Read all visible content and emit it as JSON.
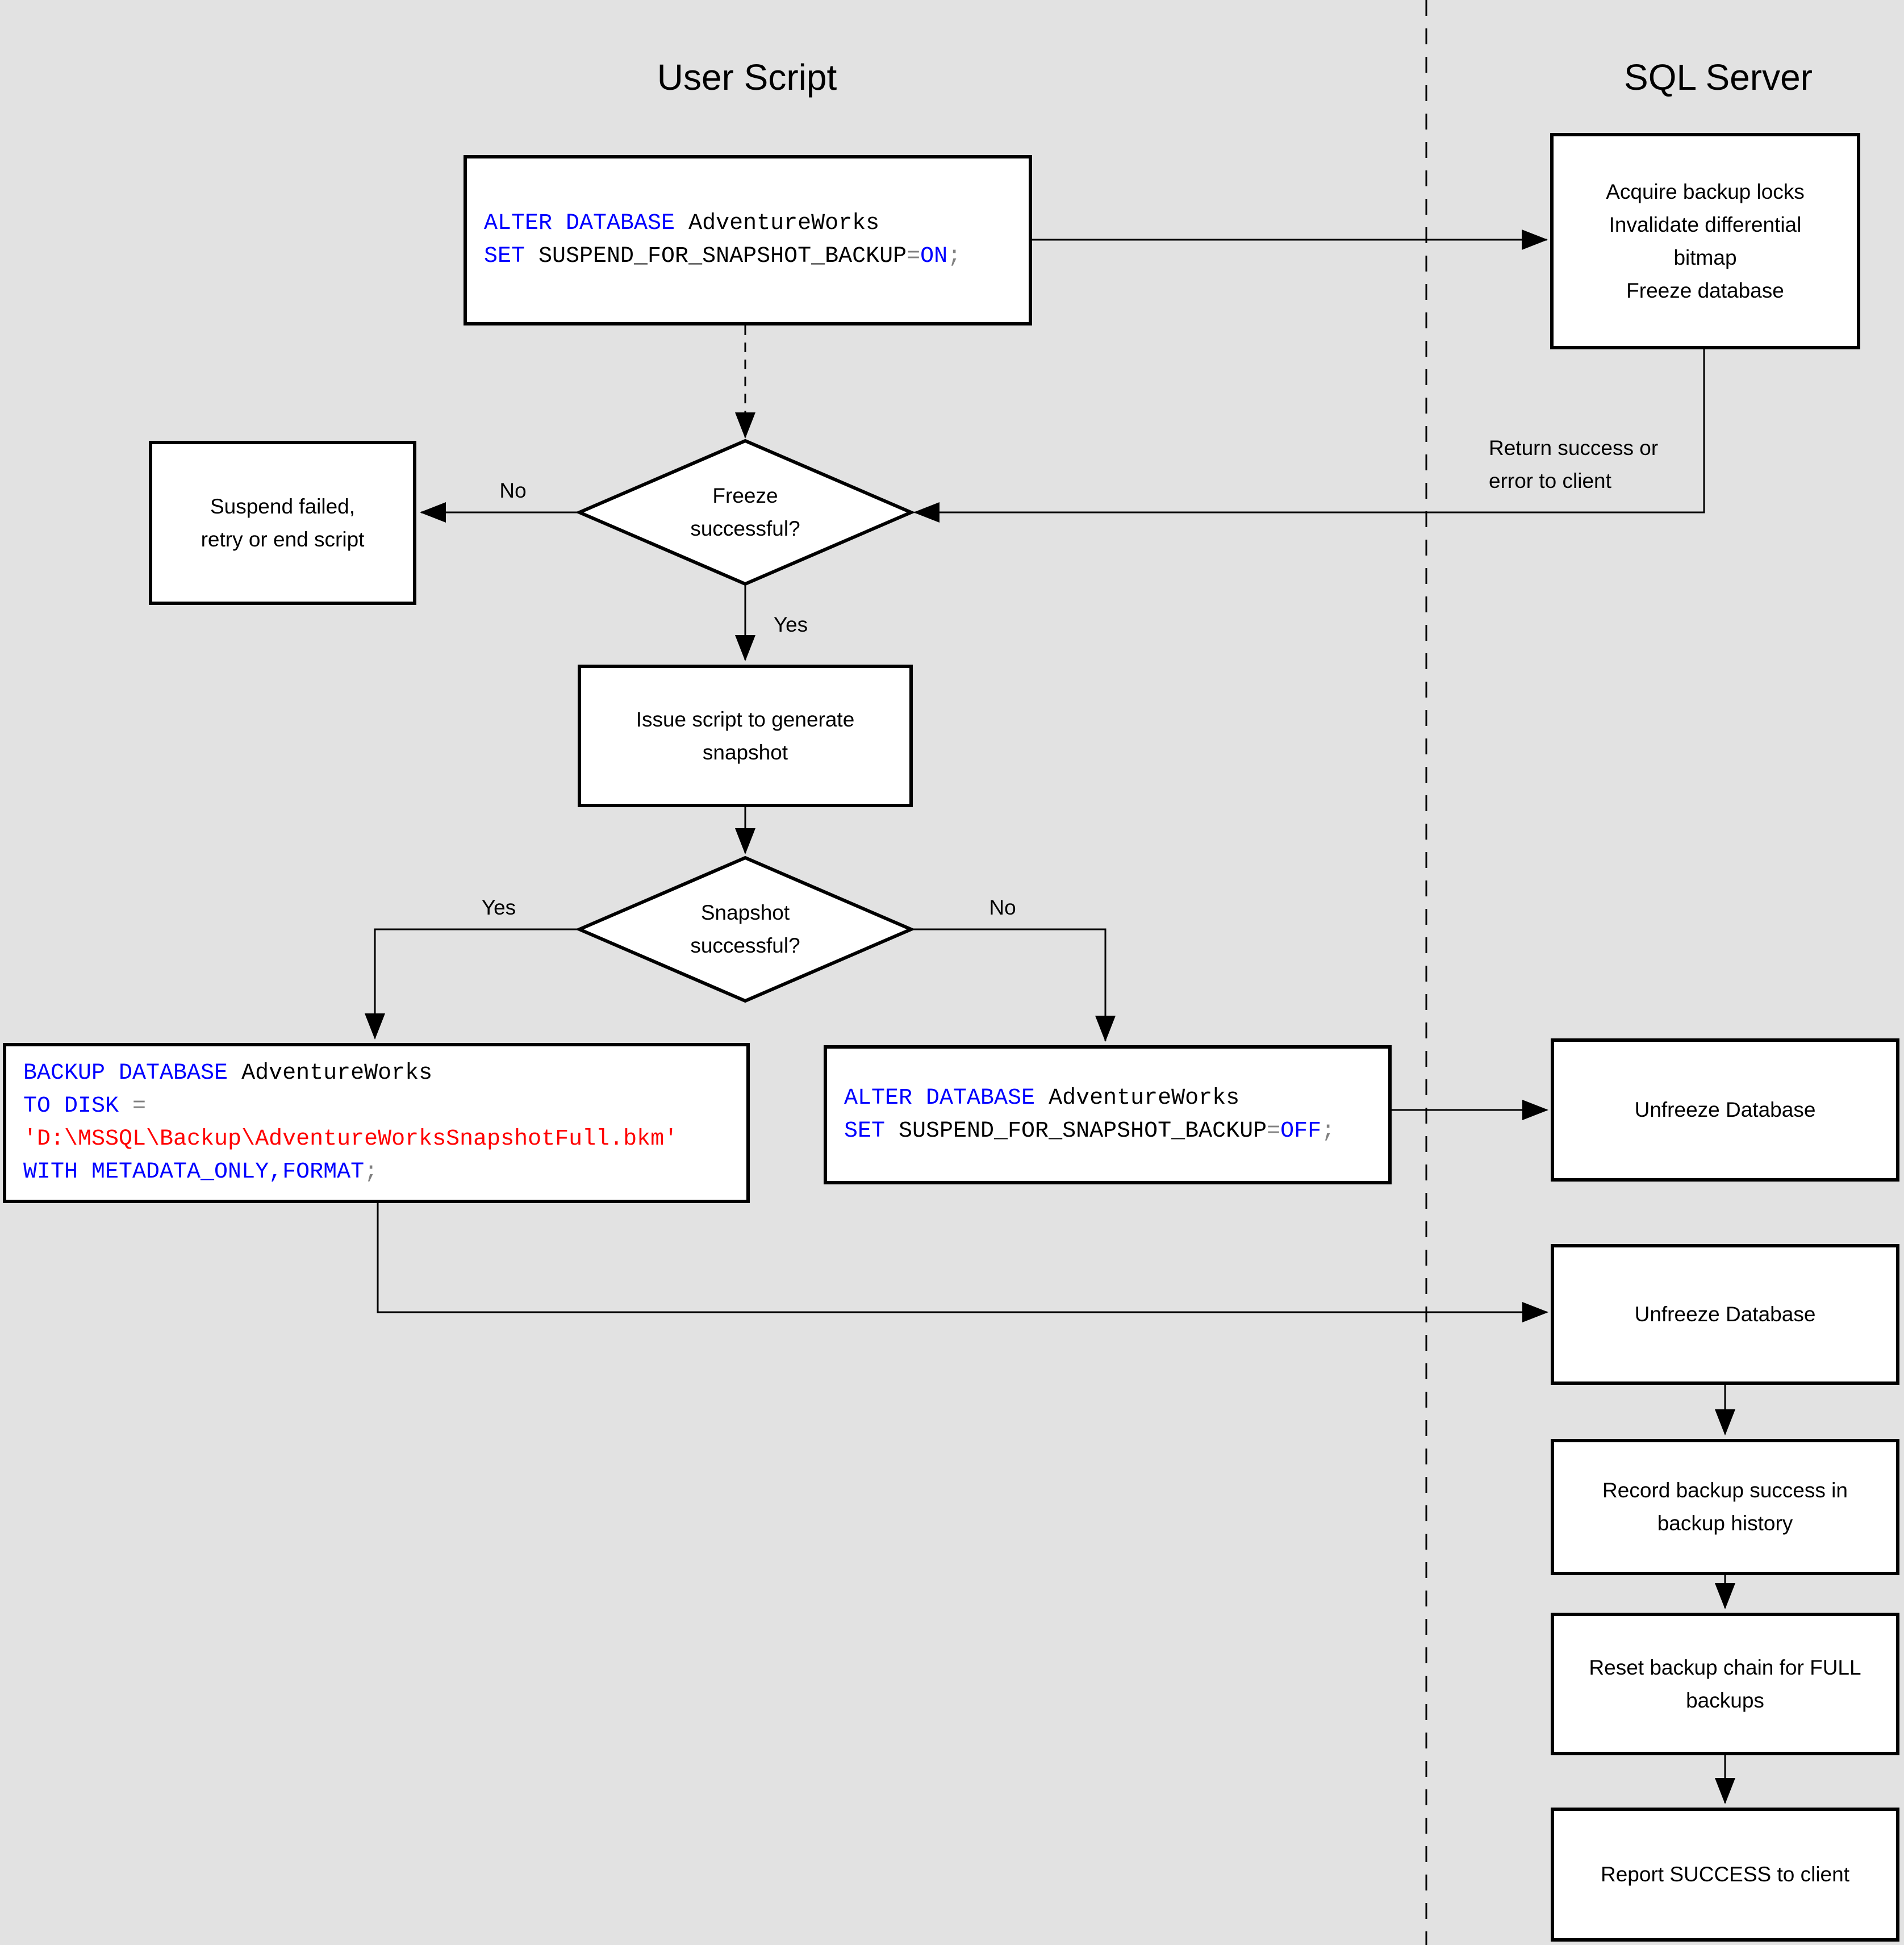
{
  "titles": {
    "user": "User Script",
    "server": "SQL Server"
  },
  "labels": {
    "freeze_no": "No",
    "freeze_yes": "Yes",
    "snapshot_yes": "Yes",
    "snapshot_no": "No",
    "return_note_line1": "Return success or",
    "return_note_line2": "error to client"
  },
  "decisions": {
    "freeze": {
      "line1": "Freeze",
      "line2": "successful?"
    },
    "snapshot": {
      "line1": "Snapshot",
      "line2": "successful?"
    }
  },
  "nodes": {
    "acquire": {
      "line1": "Acquire backup locks",
      "line2": "Invalidate differential",
      "line3": "bitmap",
      "line4": "Freeze database"
    },
    "suspend_failed": {
      "line1": "Suspend failed,",
      "line2": "retry or end script"
    },
    "issue_script": {
      "line1": "Issue script to generate",
      "line2": "snapshot"
    },
    "unfreeze1": {
      "line1": "Unfreeze Database"
    },
    "unfreeze2": {
      "line1": "Unfreeze Database"
    },
    "record": {
      "line1": "Record backup success in",
      "line2": "backup history"
    },
    "reset": {
      "line1": "Reset backup chain for FULL",
      "line2": "backups"
    },
    "report": {
      "line1": "Report SUCCESS to client"
    }
  },
  "code": {
    "alter_on": {
      "l1_kw": "ALTER DATABASE",
      "l1_id": " AdventureWorks",
      "l2_kw": "SET",
      "l2_id": " SUSPEND_FOR_SNAPSHOT_BACKUP",
      "l2_op": "=",
      "l2_val": "ON",
      "l2_end": ";"
    },
    "alter_off": {
      "l1_kw": "ALTER DATABASE",
      "l1_id": " AdventureWorks",
      "l2_kw": "SET",
      "l2_id": " SUSPEND_FOR_SNAPSHOT_BACKUP",
      "l2_op": "=",
      "l2_val": "OFF",
      "l2_end": ";"
    },
    "backup": {
      "l1_kw": "BACKUP DATABASE",
      "l1_id": " AdventureWorks",
      "l2_kw": "TO DISK",
      "l2_op": " =",
      "l3_str": "'D:\\MSSQL\\Backup\\AdventureWorksSnapshotFull.bkm'",
      "l4_kw": "WITH METADATA_ONLY,FORMAT",
      "l4_end": ";"
    }
  },
  "colors": {
    "background": "#e2e2e2",
    "box_fill": "#ffffff",
    "line": "#000000",
    "sql_keyword": "#0000ff",
    "sql_identifier": "#000000",
    "sql_operator": "#808080",
    "sql_string": "#ff0000"
  }
}
